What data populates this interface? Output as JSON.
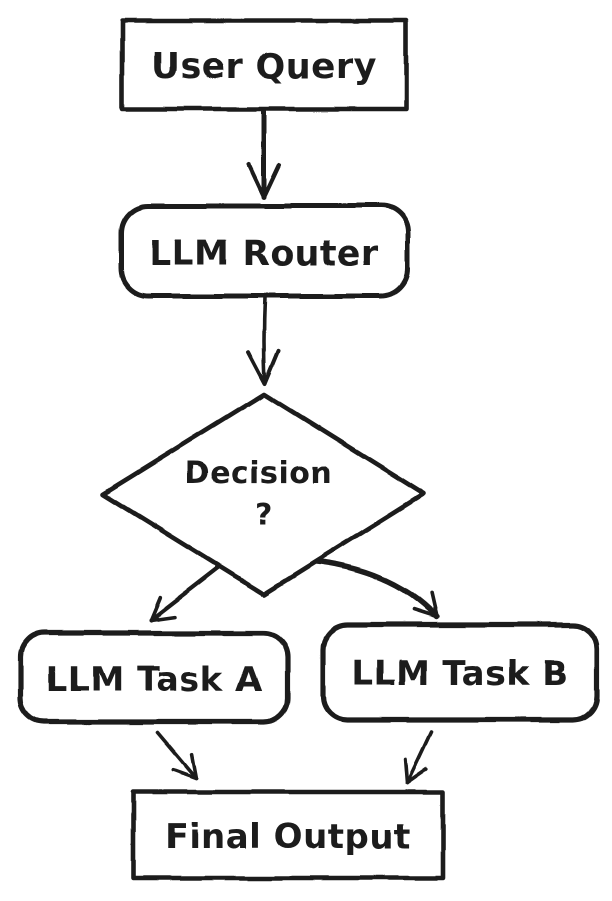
{
  "diagram": {
    "type": "flowchart",
    "style": "hand-drawn",
    "colors": {
      "stroke": "#1e1e1e",
      "node_fill": "#ffffff",
      "background": "#ffffff"
    },
    "nodes": [
      {
        "id": "user-query",
        "label": "User Query",
        "shape": "rectangle"
      },
      {
        "id": "llm-router",
        "label": "LLM Router",
        "shape": "rounded-rectangle"
      },
      {
        "id": "decision",
        "label": "Decision",
        "label_line2": "?",
        "shape": "diamond"
      },
      {
        "id": "llm-task-a",
        "label": "LLM Task A",
        "shape": "rounded-rectangle"
      },
      {
        "id": "llm-task-b",
        "label": "LLM Task B",
        "shape": "rounded-rectangle"
      },
      {
        "id": "final-output",
        "label": "Final Output",
        "shape": "rectangle"
      }
    ],
    "edges": [
      {
        "from": "user-query",
        "to": "llm-router",
        "style": "straight",
        "arrowhead": "open-v"
      },
      {
        "from": "llm-router",
        "to": "decision",
        "style": "straight",
        "arrowhead": "open-v"
      },
      {
        "from": "decision",
        "to": "llm-task-a",
        "style": "straight",
        "arrowhead": "open-v"
      },
      {
        "from": "decision",
        "to": "llm-task-b",
        "style": "curved",
        "arrowhead": "open-v"
      },
      {
        "from": "llm-task-a",
        "to": "final-output",
        "style": "straight",
        "arrowhead": "open-v"
      },
      {
        "from": "llm-task-b",
        "to": "final-output",
        "style": "straight",
        "arrowhead": "open-v"
      }
    ]
  }
}
